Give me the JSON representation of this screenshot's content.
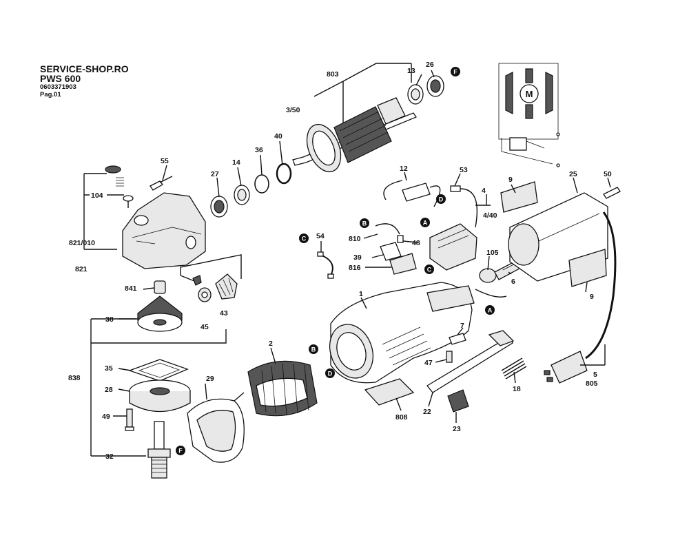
{
  "header": {
    "shop": "SERVICE-SHOP.RO",
    "model": "PWS 600",
    "part_number": "0603371903",
    "page": "Pag.01"
  },
  "labels": [
    {
      "id": "803",
      "text": "803"
    },
    {
      "id": "13",
      "text": "13"
    },
    {
      "id": "26",
      "text": "26"
    },
    {
      "id": "3-50",
      "text": "3/50"
    },
    {
      "id": "40",
      "text": "40"
    },
    {
      "id": "36",
      "text": "36"
    },
    {
      "id": "14",
      "text": "14"
    },
    {
      "id": "27",
      "text": "27"
    },
    {
      "id": "55",
      "text": "55"
    },
    {
      "id": "104",
      "text": "104"
    },
    {
      "id": "821-010",
      "text": "821/010"
    },
    {
      "id": "821",
      "text": "821"
    },
    {
      "id": "841",
      "text": "841"
    },
    {
      "id": "45",
      "text": "45"
    },
    {
      "id": "43",
      "text": "43"
    },
    {
      "id": "38",
      "text": "38"
    },
    {
      "id": "838",
      "text": "838"
    },
    {
      "id": "35",
      "text": "35"
    },
    {
      "id": "28",
      "text": "28"
    },
    {
      "id": "49",
      "text": "49"
    },
    {
      "id": "32",
      "text": "32"
    },
    {
      "id": "29",
      "text": "29"
    },
    {
      "id": "2",
      "text": "2"
    },
    {
      "id": "54",
      "text": "54"
    },
    {
      "id": "12",
      "text": "12"
    },
    {
      "id": "53",
      "text": "53"
    },
    {
      "id": "4",
      "text": "4"
    },
    {
      "id": "4-40",
      "text": "4/40"
    },
    {
      "id": "810",
      "text": "810"
    },
    {
      "id": "48",
      "text": "48"
    },
    {
      "id": "39",
      "text": "39"
    },
    {
      "id": "816",
      "text": "816"
    },
    {
      "id": "105",
      "text": "105"
    },
    {
      "id": "6",
      "text": "6"
    },
    {
      "id": "1",
      "text": "1"
    },
    {
      "id": "7",
      "text": "7"
    },
    {
      "id": "47",
      "text": "47"
    },
    {
      "id": "18",
      "text": "18"
    },
    {
      "id": "808",
      "text": "808"
    },
    {
      "id": "22",
      "text": "22"
    },
    {
      "id": "23",
      "text": "23"
    },
    {
      "id": "9a",
      "text": "9"
    },
    {
      "id": "9b",
      "text": "9"
    },
    {
      "id": "25",
      "text": "25"
    },
    {
      "id": "50",
      "text": "50"
    },
    {
      "id": "5",
      "text": "5"
    },
    {
      "id": "805",
      "text": "805"
    }
  ],
  "connectors": {
    "A": "A",
    "B": "B",
    "C": "C",
    "D": "D",
    "F": "F",
    "M": "M"
  }
}
